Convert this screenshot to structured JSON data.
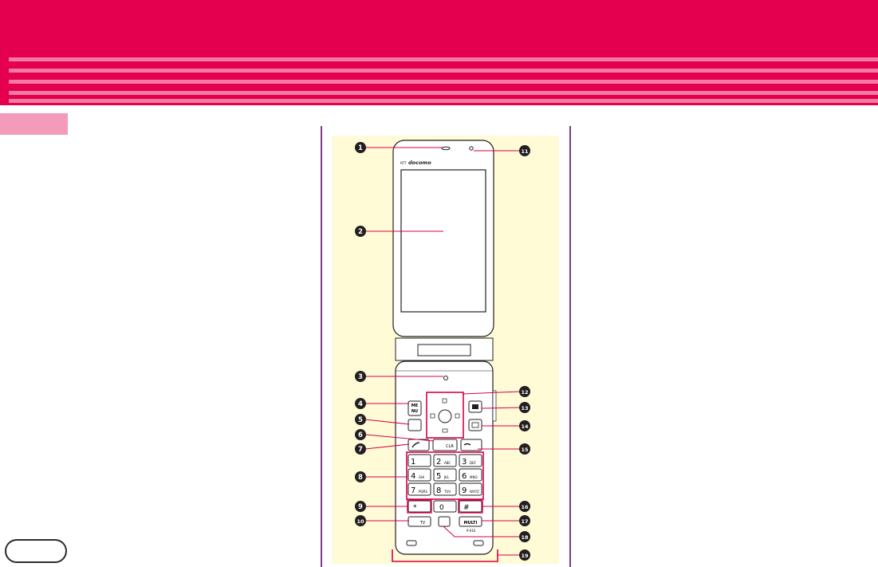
{
  "colors": {
    "header": "#e5004f",
    "stripes": "#f27aa3",
    "side_tab": "#f39bba",
    "panel": "#fffbd6",
    "highlight": "#d6004a",
    "divider": "#7d3b8a"
  },
  "phone": {
    "brand_prefix": "NTT",
    "brand": "docomo",
    "model": "P-01E",
    "keys": {
      "menu_line1": "ME",
      "menu_line2": "NU",
      "clr": "CLR",
      "multi": "MULTI",
      "tv": "TV",
      "star_symbol": "*",
      "hash_symbol": "#",
      "k1": "1",
      "k2": "2",
      "k3": "3",
      "k4": "4",
      "k5": "5",
      "k6": "6",
      "k7": "7",
      "k8": "8",
      "k9": "9",
      "k0": "0",
      "k2_sub": "ABC",
      "k3_sub": "DEF",
      "k4_sub": "GHI",
      "k5_sub": "JKL",
      "k6_sub": "MNO",
      "k7_sub": "PQRS",
      "k8_sub": "TUV",
      "k9_sub": "WXYZ"
    }
  },
  "callouts": [
    "1",
    "2",
    "3",
    "4",
    "5",
    "6",
    "7",
    "8",
    "9",
    "10",
    "11",
    "12",
    "13",
    "14",
    "15",
    "16",
    "17",
    "18",
    "19"
  ]
}
